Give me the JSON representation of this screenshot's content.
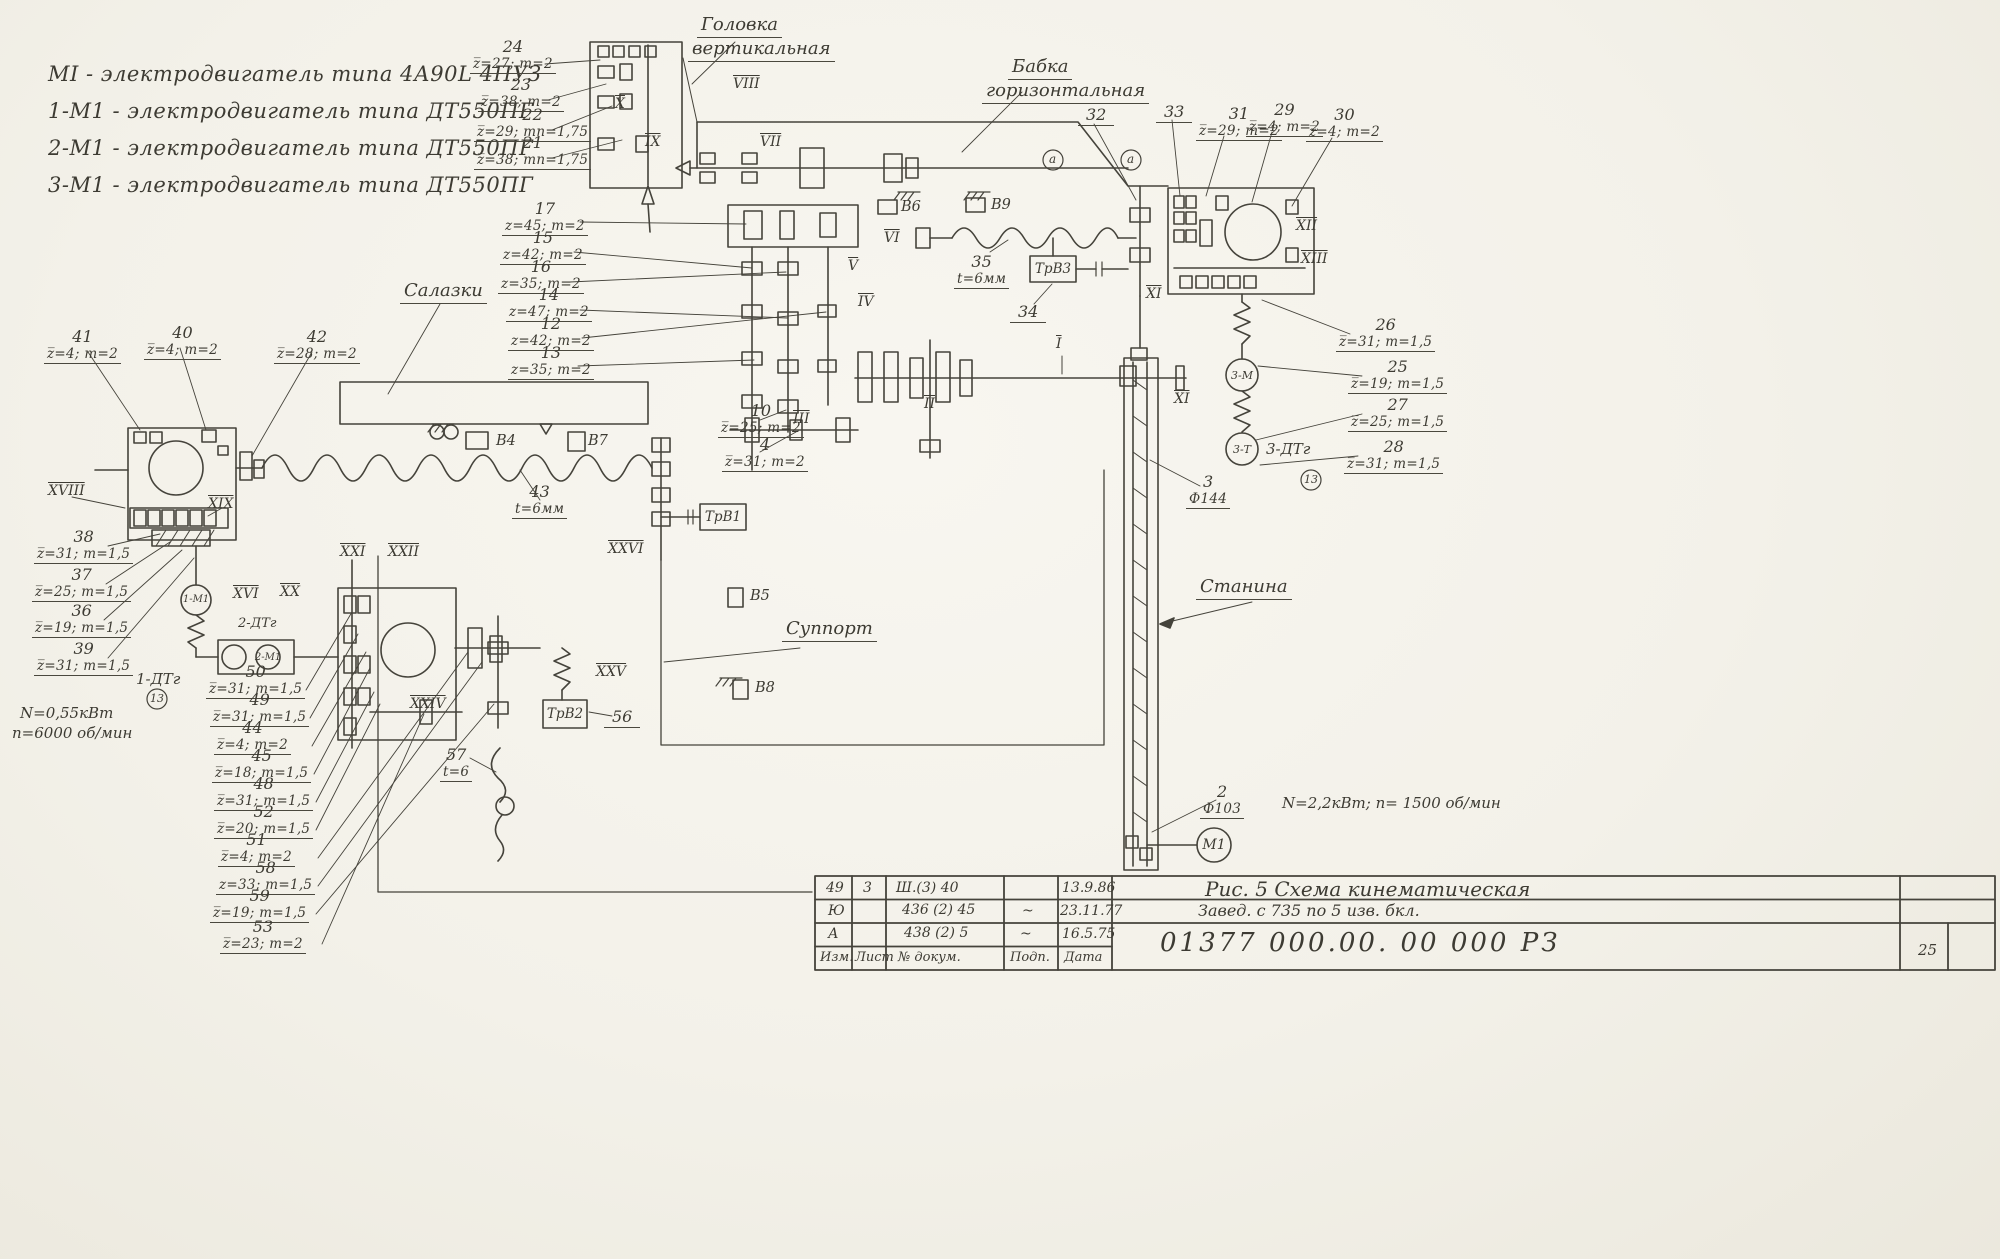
{
  "colors": {
    "ink": "#45433b",
    "paper": "#f6f4ed"
  },
  "legend": {
    "lines": [
      "МІ - электродвигатель типа 4А90L 4ПУЗ",
      "1-М1 - электродвигатель типа ДТ550ПГ",
      "2-М1 - электродвигатель типа ДТ550ПГ",
      "3-М1 - электродвигатель типа ДТ550ПГ"
    ]
  },
  "sections": {
    "head1": "Головка",
    "head2": "вертикальная",
    "babka1": "Бабка",
    "babka2": "горизонтальная",
    "slides": "Салазки",
    "support": "Суппорт",
    "bed": "Станина"
  },
  "callouts": [
    {
      "num": "24",
      "spec": "z̅=27; m=2"
    },
    {
      "num": "23",
      "spec": "z̅=38; m=2"
    },
    {
      "num": "22",
      "spec": "z̅=29; mn=1,75"
    },
    {
      "num": "21",
      "spec": "z̅=38; mn=1,75"
    },
    {
      "num": "17",
      "spec": "z=45; m=2"
    },
    {
      "num": "15",
      "spec": "z=42; m=2"
    },
    {
      "num": "16",
      "spec": "z=35; m=2"
    },
    {
      "num": "14",
      "spec": "z=47; m=2"
    },
    {
      "num": "12",
      "spec": "z=42; m=2"
    },
    {
      "num": "13",
      "spec": "z=35; m=2"
    },
    {
      "num": "10",
      "spec": "z̅=25; m=2"
    },
    {
      "num": "4",
      "spec": "z̅=31; m=2"
    },
    {
      "num": "41",
      "spec": "z̅=4; m=2"
    },
    {
      "num": "40",
      "spec": "z̅=4; m=2"
    },
    {
      "num": "42",
      "spec": "z̅=28; m=2"
    },
    {
      "num": "38",
      "spec": "z̅=31; m=1,5"
    },
    {
      "num": "37",
      "spec": "z̅=25; m=1,5"
    },
    {
      "num": "36",
      "spec": "z̅=19; m=1,5"
    },
    {
      "num": "39",
      "spec": "z̅=31; m=1,5"
    },
    {
      "num": "32",
      "spec": ""
    },
    {
      "num": "33",
      "spec": ""
    },
    {
      "num": "31",
      "spec": "z̅=29; m=2"
    },
    {
      "num": "29",
      "spec": "z̅=4; m=2"
    },
    {
      "num": "30",
      "spec": "z̅=4; m=2"
    },
    {
      "num": "35",
      "spec": "t=6мм"
    },
    {
      "num": "34",
      "spec": ""
    },
    {
      "num": "26",
      "spec": "z̅=31; m=1,5"
    },
    {
      "num": "25",
      "spec": "z̅=19; m=1,5"
    },
    {
      "num": "27",
      "spec": "z̅=25; m=1,5"
    },
    {
      "num": "28",
      "spec": "z̅=31; m=1,5"
    },
    {
      "num": "43",
      "spec": "t=6мм"
    },
    {
      "num": "3",
      "spec": "Ф144"
    },
    {
      "num": "2",
      "spec": "Ф103"
    },
    {
      "num": "50",
      "spec": "z̅=31; m=1,5"
    },
    {
      "num": "49",
      "spec": "z̅=31; m=1,5"
    },
    {
      "num": "44",
      "spec": "z̅=4; m=2"
    },
    {
      "num": "45",
      "spec": "z̅=18; m=1,5"
    },
    {
      "num": "48",
      "spec": "z̅=31; m=1,5"
    },
    {
      "num": "52",
      "spec": "z̅=20; m=1,5"
    },
    {
      "num": "51",
      "spec": "z̅=4; m=2"
    },
    {
      "num": "58",
      "spec": "z=33; m=1,5"
    },
    {
      "num": "59",
      "spec": "z̅=19; m=1,5"
    },
    {
      "num": "53",
      "spec": "z̅=23; m=2"
    },
    {
      "num": "57",
      "spec": "t=6"
    },
    {
      "num": "56",
      "spec": ""
    }
  ],
  "shafts": {
    "x": "X",
    "ix": "IX",
    "viii": "VIII",
    "vii": "VII",
    "vi": "VI",
    "v": "V",
    "iv": "IV",
    "iii": "III",
    "ii": "II",
    "i": "I",
    "xi": "XI",
    "xii": "XII",
    "xiii": "XIII",
    "xviii": "XVIII",
    "xix": "XIX",
    "xvi": "XVI",
    "xx": "XX",
    "xxi": "XXI",
    "xxii": "XXII",
    "xxiv": "XXIV",
    "xxv": "XXV",
    "xxvi": "XXVI"
  },
  "devices": {
    "v4": "В4",
    "v5": "В5",
    "v6": "В6",
    "v7": "В7",
    "v8": "В8",
    "v9": "В9",
    "trv1": "ТрВ1",
    "trv2": "ТрВ2",
    "trv3": "ТрВ3"
  },
  "motors": {
    "main": "М1",
    "m3_top": "3-М",
    "m3_bottom": "3-Т",
    "m1_left": "1-М1",
    "m2_box": "2-М1",
    "dtg1": "1-ДТг",
    "dtg2": "2-ДТг",
    "dtg3": "3-ДТг"
  },
  "connectors": {
    "a": "а",
    "c13": "13"
  },
  "notes": {
    "left_power": "N=0,55кВт",
    "left_speed": "n=6000 об/мин",
    "right_power": "N=2,2кВт;  n= 1500 об/мин"
  },
  "title_block": {
    "figure": "Рис. 5  Схема кинематическая",
    "change_note": "Завед. с 735 по 5 изв. бкл.",
    "doc_number": "01377 000.00. 00 000 РЗ",
    "r0": [
      "49",
      "3",
      "Ш.(3) 40",
      "13.9.86"
    ],
    "r1": [
      "Ю",
      "436 (2) 45",
      "~",
      "23.11.77"
    ],
    "r2": [
      "А",
      "438 (2) 5",
      "~",
      "16.5.75"
    ],
    "headers": [
      "Изм.",
      "Лист",
      "№ докум.",
      "Подп.",
      "Дата"
    ],
    "sheet": "25"
  }
}
